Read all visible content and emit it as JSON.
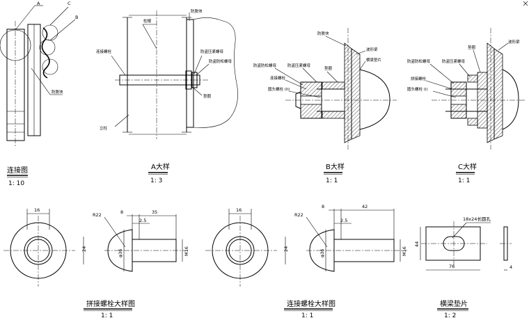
{
  "views": {
    "connection": {
      "title": "连接图",
      "scale": "1: 10",
      "callouts": {
        "a": "A",
        "b": "B",
        "c": "C"
      },
      "label": "防脱块"
    },
    "detail_a": {
      "title": "A大样",
      "scale": "1: 3",
      "labels": {
        "pillar_top": "柱帽",
        "bolt": "连接螺栓",
        "column": "立柱",
        "block": "防脱块",
        "pressure_nut": "防盗压紧螺母",
        "anti_nut": "防盗防松螺母",
        "washer": "垫圈"
      }
    },
    "detail_b": {
      "title": "B大样",
      "scale": "1: 1",
      "labels": {
        "block": "防脱块",
        "beam": "波形梁",
        "anti_nut": "防盗防松螺母",
        "pressure_nut": "防盗压紧螺母",
        "pad": "横梁垫片",
        "washer": "垫圈",
        "bolt": "连接螺栓",
        "bolt_head": "圆头螺栓 (II)"
      }
    },
    "detail_c": {
      "title": "C大样",
      "scale": "1: 1",
      "labels": {
        "beam": "波形梁",
        "washer": "垫圈",
        "anti_nut": "防盗防松螺母",
        "pressure_nut": "防盗压紧螺母",
        "splice_bolt": "拼接螺栓",
        "bolt_head": "圆头螺栓 (I)"
      }
    },
    "splice_bolt": {
      "title": "拼接螺栓大样图",
      "scale": "1: 1",
      "dims": {
        "d16": "16",
        "r22": "R22",
        "d8": "8",
        "d35": "35",
        "d25": "2.5",
        "d24": "24",
        "d36": "φ36",
        "m16": "M16"
      }
    },
    "connect_bolt": {
      "title": "连接螺栓大样图",
      "scale": "1: 1",
      "dims": {
        "d16": "16",
        "r22": "R22",
        "d8": "8",
        "d42": "42",
        "d25": "2.5",
        "d24": "24",
        "d36": "φ36",
        "m16": "M16"
      }
    },
    "pad": {
      "title": "横梁垫片",
      "scale": "1: 2",
      "dims": {
        "slot": "18x24长圆孔",
        "h44": "44",
        "w76": "76",
        "t4": "4"
      }
    }
  }
}
